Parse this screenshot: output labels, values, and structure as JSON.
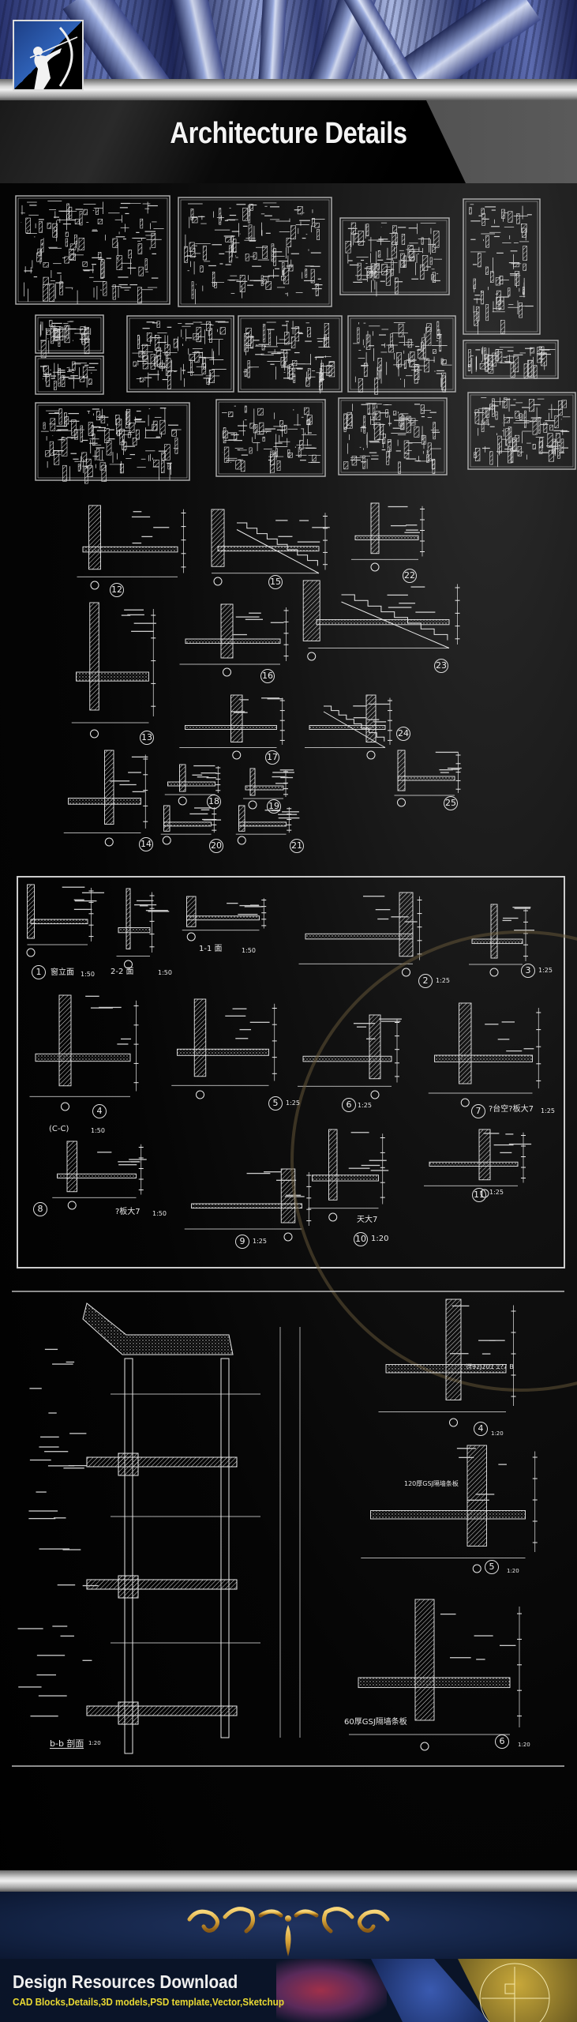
{
  "header": {
    "title": "Architecture Details",
    "logo_icon": "archer-logo-icon"
  },
  "stair_details": {
    "numbers": [
      "12",
      "15",
      "22",
      "23",
      "13",
      "16",
      "17",
      "24",
      "14",
      "18",
      "19",
      "25",
      "20",
      "21"
    ]
  },
  "detail_sheet": {
    "labels": {
      "d1": "窗立面",
      "d1_scale": "1:50",
      "d22": "2-2 面",
      "d22_scale": "1:50",
      "d11": "1-1 面",
      "d11_scale": "1:50",
      "d2_scale": "1:25",
      "d3_scale": "1:25",
      "cc": "(C-C)",
      "cc_scale": "1:50",
      "d5_scale": "1:25",
      "d6_scale": "1:25",
      "d7_text": "?台空?板大7",
      "d7_scale": "1:25",
      "d8_text": "?板大7",
      "d8_scale": "1:50",
      "d9_scale": "1:25",
      "d10_text": "天大7",
      "d10_scale": "1:20",
      "d11b_scale": "1:25"
    },
    "numbers": [
      "1",
      "2",
      "3",
      "4",
      "5",
      "6",
      "7",
      "8",
      "9",
      "10",
      "11"
    ]
  },
  "wall_section": {
    "title": "b-b 剖面",
    "scale": "1:20",
    "detail4_scale": "1:20",
    "detail5_scale": "1:20",
    "detail6_scale": "1:20",
    "detail6_note": "60厚GSJ隔墙条板",
    "detail4_note": "详92J201 1?7 B",
    "detail5_note": "120厚GSJ隔墙条板",
    "numbers": [
      "4",
      "5",
      "6"
    ]
  },
  "footer": {
    "title": "Design Resources Download",
    "subtitle": "CAD Blocks,Details,3D models,PSD template,Vector,Sketchup"
  },
  "colors": {
    "line": "#e8e8e8",
    "subtitle": "#e8d833",
    "navy": "#142446",
    "gold": "#d9a53a"
  }
}
